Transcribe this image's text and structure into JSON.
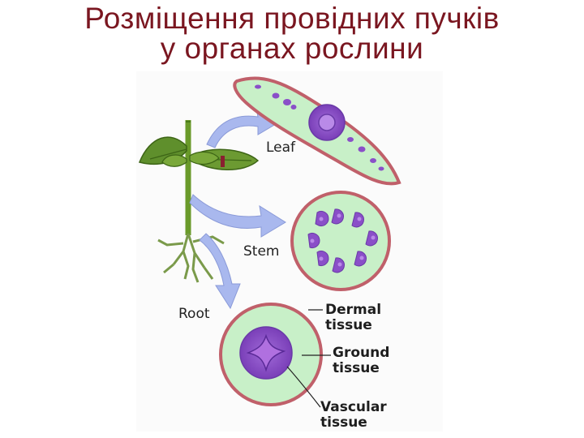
{
  "title": {
    "line1": "Розміщення провідних пучків",
    "line2": "у органах рослини"
  },
  "labels": {
    "leaf": "Leaf",
    "stem": "Stem",
    "root": "Root",
    "dermal_1": "Dermal",
    "dermal_2": "tissue",
    "ground_1": "Ground",
    "ground_2": "tissue",
    "vascular_1": "Vascular",
    "vascular_2": "tissue"
  },
  "colors": {
    "title": "#7a1620",
    "dermal": "#c0606a",
    "ground": "#c8f0c8",
    "vascular": "#8a4fc8",
    "plant_leaf": "#5a8a2a",
    "arrow": "#a9b8ee"
  }
}
